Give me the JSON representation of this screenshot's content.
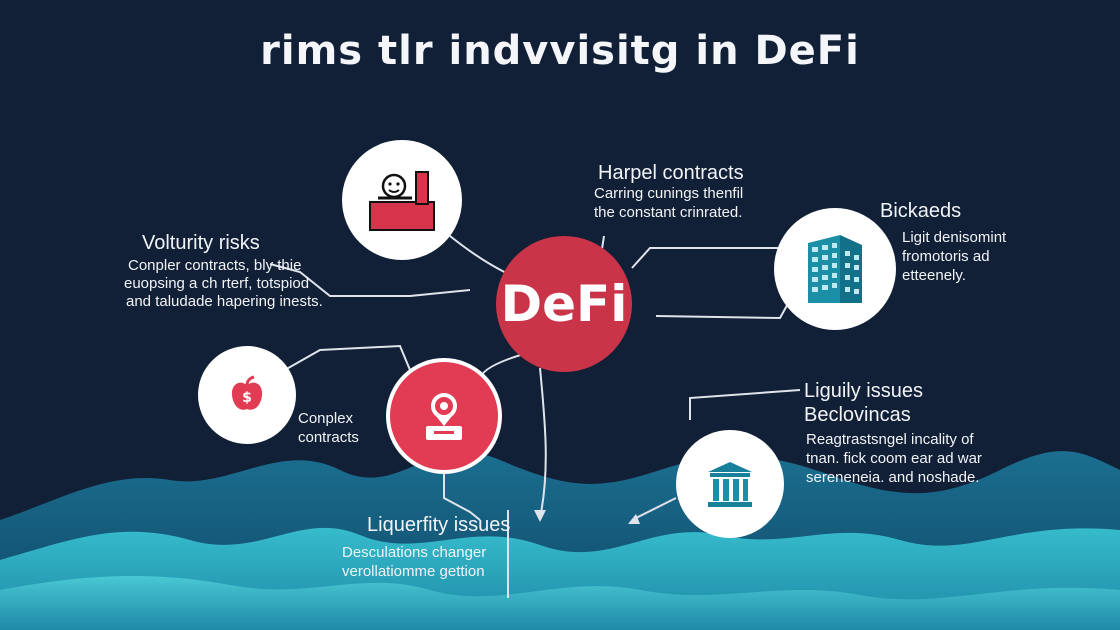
{
  "title": "rims tlr indvvisitg in DeFi",
  "center_label": "DeFi",
  "colors": {
    "background": "#112036",
    "center": "#c93448",
    "accent_red": "#e23b54",
    "wave_light": "#2ab2c6",
    "wave_dark": "#1a6f8f"
  },
  "nodes": {
    "top_left": {
      "icon": "person-desk-icon"
    },
    "smart": {
      "heading": "Harpel contracts",
      "line1": "Carring cunings thenfil",
      "line2": "the constant crinrated."
    },
    "volatility": {
      "heading": "Volturity risks",
      "line1": "Conpler contracts, bly thie",
      "line2": "euopsing a ch rterf, totspiod",
      "line3": "and taludade hapering inests."
    },
    "backends": {
      "heading": "Bickaeds",
      "icon": "office-building-icon",
      "line1": "Ligit denisomint",
      "line2": "fromotoris ad",
      "line3": "etteenely."
    },
    "complex": {
      "icon": "apple-dollar-icon",
      "line1": "Conplex",
      "line2": "contracts"
    },
    "middle_red": {
      "icon": "user-badge-icon"
    },
    "liquidity_right": {
      "heading1": "Liguily issues",
      "heading2": "Beclovincas",
      "icon": "bank-columns-icon",
      "line1": "Reagtrastsngel incality of",
      "line2": "tnan. fick coom ear ad war",
      "line3": "sereneneia. and noshade."
    },
    "liquidity_bottom": {
      "heading": "Liquerfity issues",
      "line1": "Desculations changer",
      "line2": "verollatiomme gettion"
    }
  }
}
